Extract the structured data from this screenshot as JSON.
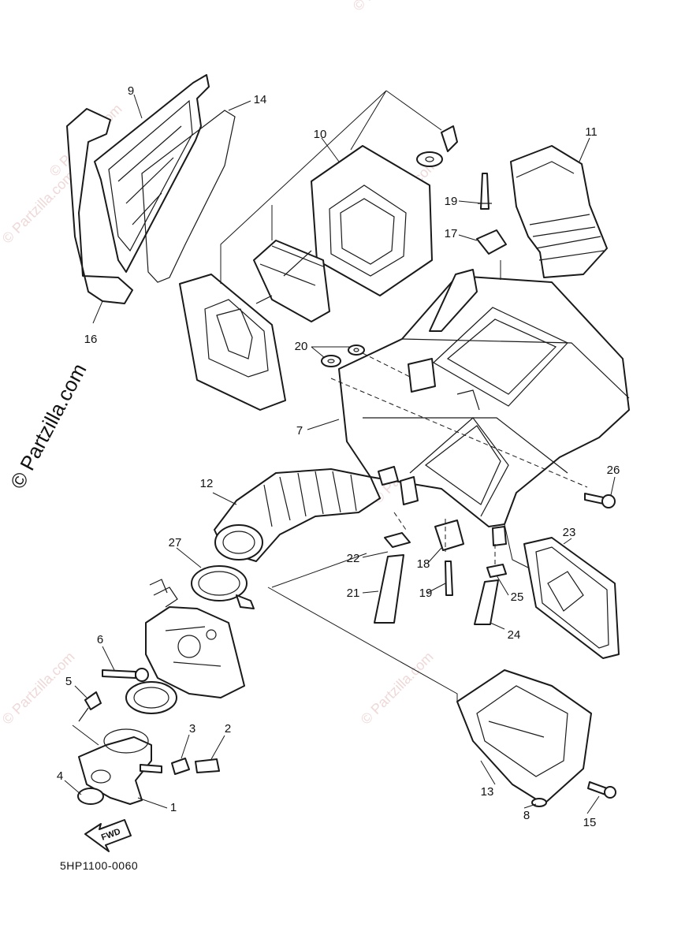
{
  "diagram": {
    "code": "5HP1100-0060",
    "fwd_label": "FWD",
    "watermark": "© Partzilla.com",
    "side_watermark": "© Partzilla.com",
    "callouts": {
      "c1": "1",
      "c2": "2",
      "c3": "3",
      "c4": "4",
      "c5": "5",
      "c6": "6",
      "c7": "7",
      "c8": "8",
      "c9": "9",
      "c10": "10",
      "c11": "11",
      "c12": "12",
      "c13": "13",
      "c14": "14",
      "c15": "15",
      "c16": "16",
      "c17": "17",
      "c18": "18",
      "c19a": "19",
      "c19b": "19",
      "c20": "20",
      "c21": "21",
      "c22": "22",
      "c23": "23",
      "c24": "24",
      "c25": "25",
      "c26": "26",
      "c27": "27"
    }
  }
}
